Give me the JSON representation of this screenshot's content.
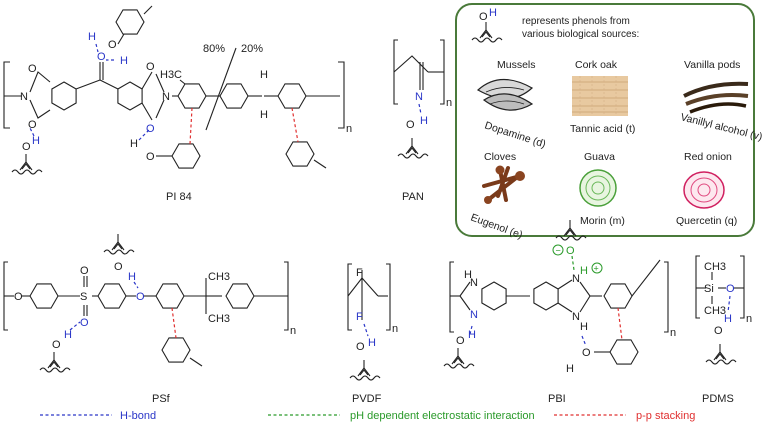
{
  "polymers": {
    "pi84": "PI 84",
    "pan": "PAN",
    "psf": "PSf",
    "pvdf": "PVDF",
    "pbi": "PBI",
    "pdms": "PDMS"
  },
  "ratios": {
    "left": "80%",
    "right": "20%"
  },
  "subscript_n": "n",
  "atoms": {
    "O": "O",
    "H": "H",
    "N": "N",
    "S": "S",
    "Si": "Si",
    "F": "F",
    "CH3": "CH3",
    "H3C": "H3C",
    "C": "C"
  },
  "legend": {
    "hbond": "H-bond",
    "electrostatic": "pH dependent electrostatic interaction",
    "stacking": "p-p stacking"
  },
  "inset": {
    "caption_line1": "represents phenols from",
    "caption_line2": "various biological sources:",
    "sources": [
      {
        "name": "Mussels",
        "compound": "Dopamine (d)"
      },
      {
        "name": "Cork oak",
        "compound": "Tannic acid (t)"
      },
      {
        "name": "Vanilla pods",
        "compound": "Vanillyl alcohol (v)"
      },
      {
        "name": "Cloves",
        "compound": "Eugenol (e)"
      },
      {
        "name": "Guava",
        "compound": "Morin (m)"
      },
      {
        "name": "Red onion",
        "compound": "Quercetin (q)"
      }
    ]
  },
  "colors": {
    "hbond": "#2a36c8",
    "electrostatic": "#2a9a2a",
    "stacking": "#e03030",
    "inset_border": "#4a7a3a"
  }
}
